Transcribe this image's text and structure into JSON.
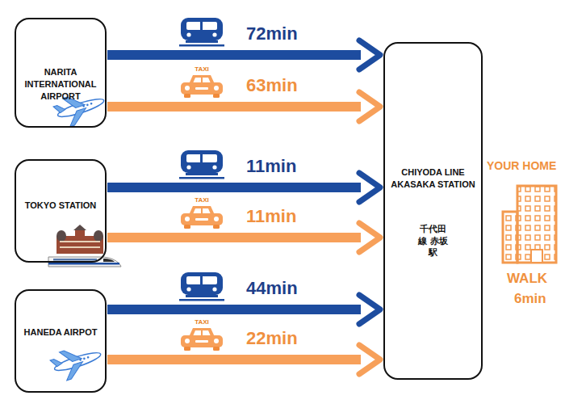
{
  "diagram": {
    "nodes": [
      {
        "text": [
          "NARITA INTERNATIONAL AIRPORT"
        ]
      },
      {
        "text": [
          "TOKYO STATION"
        ]
      },
      {
        "text": [
          "HANEDA AIRPOT"
        ]
      },
      {
        "text": [
          "CHIYODA LINE AKASAKA STATION",
          "千代田線 赤坂駅"
        ]
      }
    ],
    "edges": [
      {
        "from": 0,
        "to": 3,
        "arrow": "to",
        "label": "72min"
      },
      {
        "from": 0,
        "to": 3,
        "arrow": "to",
        "label": "63min"
      },
      {
        "from": 1,
        "to": 3,
        "arrow": "to",
        "label": "11min"
      },
      {
        "from": 1,
        "to": 3,
        "arrow": "to",
        "label": "11min"
      },
      {
        "from": 2,
        "to": 3,
        "arrow": "to",
        "label": "44min"
      },
      {
        "from": 2,
        "to": 3,
        "arrow": "to",
        "label": "22min"
      }
    ],
    "labels": [
      "TAXI",
      "TAXI",
      "TAXI",
      "YOUR HOME",
      "WALK",
      "6min"
    ]
  }
}
